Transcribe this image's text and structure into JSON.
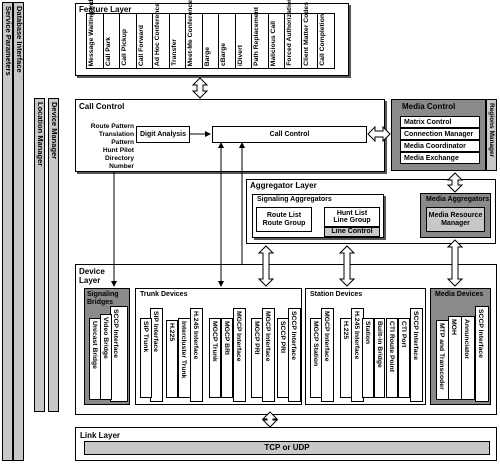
{
  "side_bars": {
    "service_parameters": "Service Parameters",
    "database_interface": "Database Interface",
    "location_manager": "Location Manager",
    "device_manager": "Device Manager"
  },
  "feature_layer": {
    "title": "Feature Layer",
    "features": [
      "Message Waiting Indicator",
      "Call Park",
      "Call Pickup",
      "Call Forward",
      "Ad Hoc Conference",
      "Transfer",
      "Meet-Me Conference",
      "Barge",
      "cBarge",
      "iDivert",
      "Path Replacement",
      "Malicious Call",
      "Forced Authorization Codes",
      "Client Matter Codes",
      "Call Completion"
    ]
  },
  "call_control": {
    "title": "Call Control",
    "inputs": [
      "Route Pattern",
      "Translation Pattern",
      "Hunt Pilot",
      "Directory Number"
    ],
    "digit_analysis": "Digit Analysis",
    "call_control_box": "Call Control"
  },
  "media_control": {
    "title": "Media Control",
    "regions_manager": "Regions Manager",
    "items": [
      "Matrix Control",
      "Connection Manager",
      "Media Coordinator",
      "Media Exchange"
    ]
  },
  "aggregator_layer": {
    "title": "Aggregator Layer",
    "signaling_aggregators": "Signaling Aggregators",
    "route_list": "Route List",
    "route_group": "Route Group",
    "hunt_list": "Hunt List",
    "line_group": "Line Group",
    "line_control": "Line Control",
    "media_aggregators": "Media Aggregators",
    "media_resource_manager": "Media Resource Manager"
  },
  "device_layer": {
    "title": "Device Layer",
    "signaling_bridges": {
      "title": "Signaling Bridges",
      "items": [
        "SCCP Interface",
        "Video Bridge",
        "Unicast Bridge"
      ]
    },
    "trunk_devices": {
      "title": "Trunk Devices",
      "items": [
        "SIP Interface",
        "SIP Trunk",
        "H.225",
        "H.245 Interface",
        "Intercluster Trunk",
        "H.225",
        "MGCP Interface",
        "MGCP Trunk",
        "MGCP BRI",
        "MGCP Interface",
        "MGCP PRI",
        "SCCP Interface",
        "SCCP PRI"
      ]
    },
    "station_devices": {
      "title": "Station Devices",
      "items": [
        "MGCP Interface",
        "MGCP Station",
        "H.245 Interface",
        "H.225",
        "Built-in Bridge",
        "Station",
        "SCCP Interface",
        "CTI Port",
        "CTI Route Point"
      ]
    },
    "media_devices": {
      "title": "Media Devices",
      "items": [
        "SCCP Interface",
        "MOH",
        "Annunciator",
        "MTP and Transcoder"
      ]
    }
  },
  "link_layer": {
    "title": "Link Layer",
    "protocol": "TCP or UDP"
  }
}
